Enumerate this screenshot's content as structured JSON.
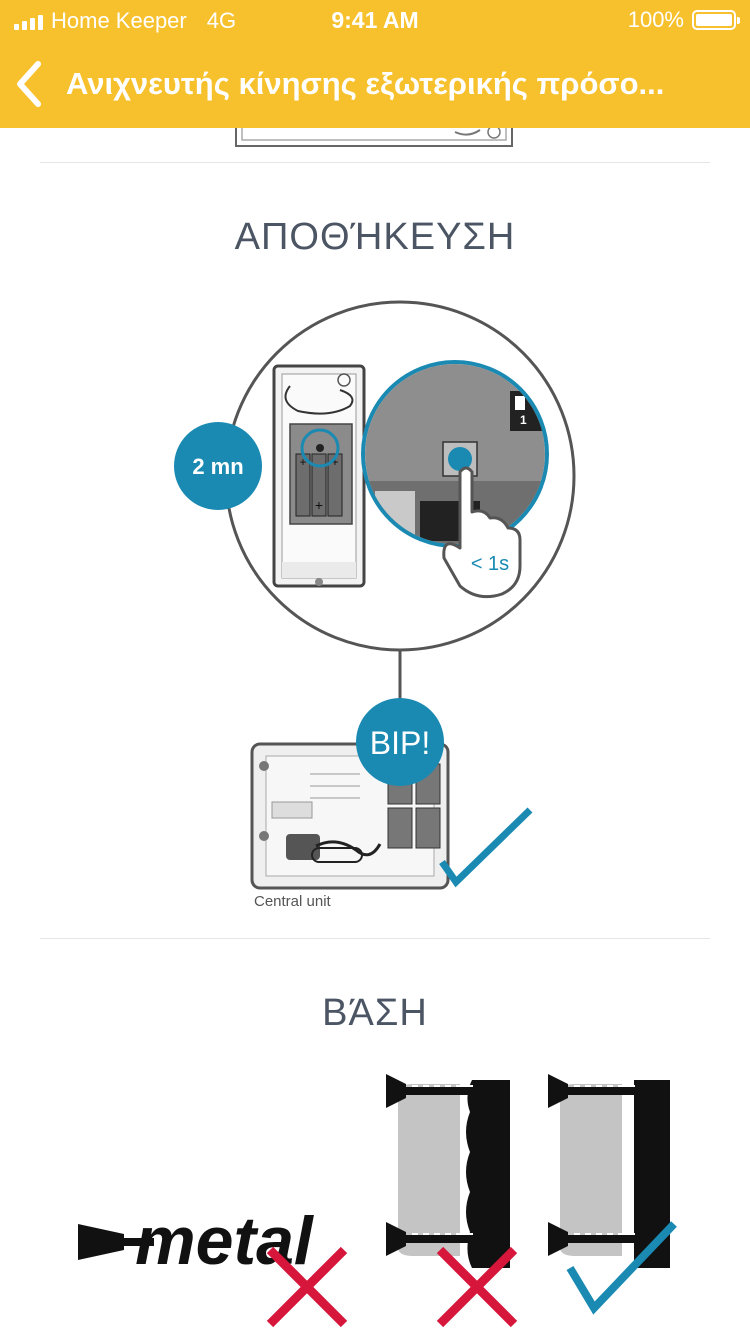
{
  "status_bar": {
    "carrier": "Home Keeper",
    "network": "4G",
    "time": "9:41 AM",
    "battery": "100%"
  },
  "nav": {
    "back_icon": "chevron-left-icon",
    "title": "Ανιχνευτής κίνησης εξωτερικής πρόσο..."
  },
  "sections": {
    "save": {
      "title": "ΑΠΟΘΉΚΕΥΣΗ",
      "timer_badge": "2 mn",
      "press_label": "< 1s",
      "central_unit_label": "Central unit",
      "beep_badge": "BIP!"
    },
    "base": {
      "title": "ΒΆΣΗ",
      "metal_label": "metal"
    }
  },
  "colors": {
    "accent_yellow": "#f7c12e",
    "teal": "#1a8ab3",
    "error_red": "#d6163a",
    "text_gray": "#4b5563"
  }
}
